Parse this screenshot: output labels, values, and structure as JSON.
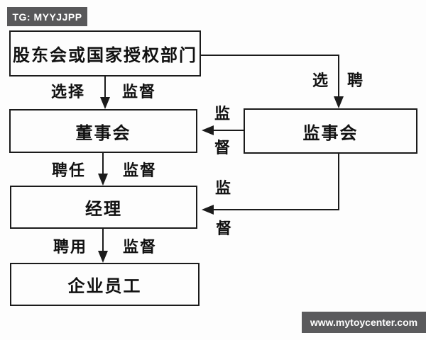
{
  "badge": {
    "text": "TG: MYYJJPP"
  },
  "watermark": {
    "text": "www.mytoycenter.com"
  },
  "colors": {
    "badge_bg": "#58585a",
    "watermark_bg": "#5a5a5c",
    "line": "#1b1b1b",
    "box_border": "#1b1b1b",
    "background": "#fdfdfd",
    "text": "#111111",
    "badge_text": "#ffffff"
  },
  "diagram": {
    "nodes": [
      {
        "id": "shareholders",
        "label": "股东会或国家授权部门"
      },
      {
        "id": "board",
        "label": "董事会"
      },
      {
        "id": "supervisors",
        "label": "监事会"
      },
      {
        "id": "manager",
        "label": "经理"
      },
      {
        "id": "employees",
        "label": "企业员工"
      }
    ],
    "edges": [
      {
        "from": "shareholders",
        "to": "board",
        "labels": [
          "选择",
          "监督"
        ]
      },
      {
        "from": "shareholders",
        "to": "supervisors",
        "labels": [
          "选",
          "聘"
        ]
      },
      {
        "from": "supervisors",
        "to": "board",
        "labels": [
          "监",
          "督"
        ]
      },
      {
        "from": "board",
        "to": "manager",
        "labels": [
          "聘任",
          "监督"
        ]
      },
      {
        "from": "supervisors",
        "to": "manager",
        "labels": [
          "监",
          "督"
        ]
      },
      {
        "from": "manager",
        "to": "employees",
        "labels": [
          "聘用",
          "监督"
        ]
      }
    ]
  }
}
